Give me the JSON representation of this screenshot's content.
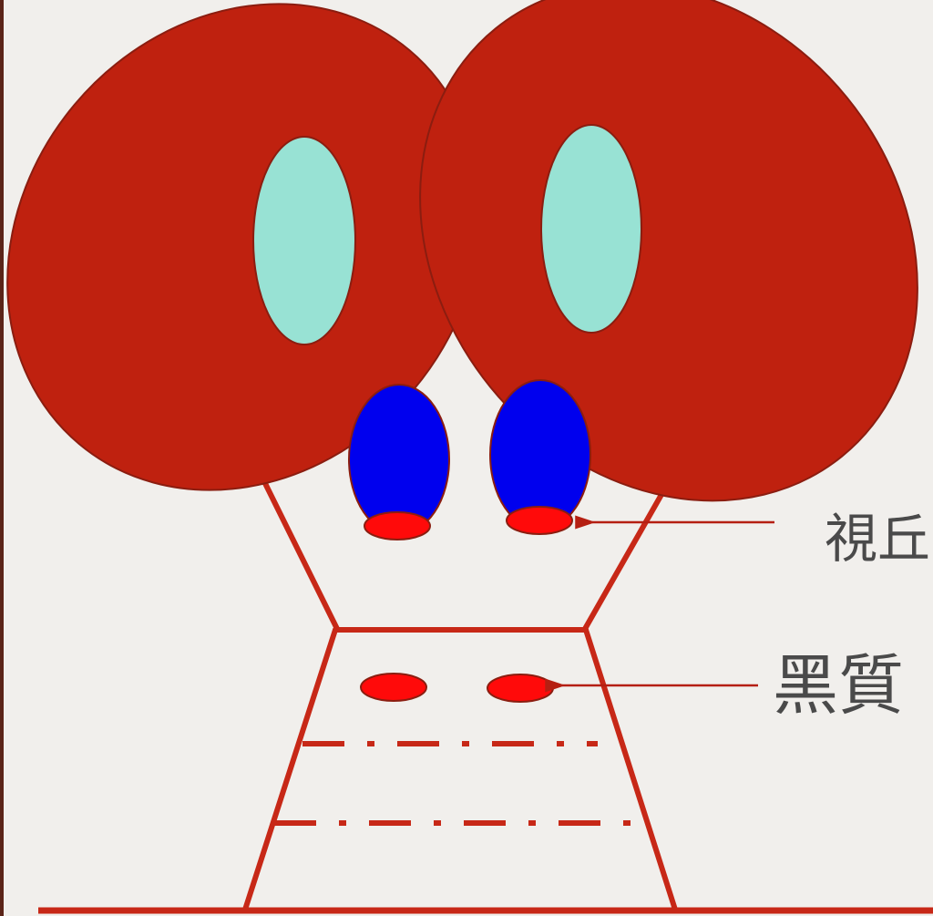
{
  "labels": {
    "thalamus": "視丘",
    "substantia_nigra": "黑質"
  },
  "colors": {
    "background": "#f1efec",
    "cerebral_hemisphere": "#bf210f",
    "ventricle": "#98e2d4",
    "thalamus_body": "#0000ee",
    "nucleus": "#ff0a0a",
    "outline": "#c72817",
    "arrow": "#b51f12",
    "label_text": "#4a4a4a"
  },
  "icons": {
    "hemisphere": "red-ellipse-shape",
    "ventricle": "cyan-ellipse-shape",
    "thalamus": "blue-ellipse-shape",
    "nucleus": "red-small-ellipse-shape",
    "brainstem": "trapezoid-outline-shape",
    "arrow": "left-pointing-arrow"
  }
}
